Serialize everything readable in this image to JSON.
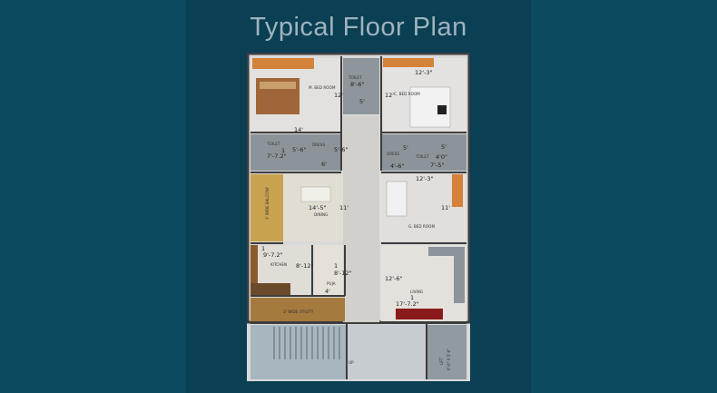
{
  "title": "Typical Floor Plan",
  "rooms": {
    "master_bedroom": {
      "label": "M. BED ROOM",
      "dim_w": "14'",
      "dim_h": "12'"
    },
    "toilet_top": {
      "label": "TOILET",
      "dim": "8'-6\"",
      "dim2": "5'"
    },
    "c_bedroom": {
      "label": "C. BED ROOM",
      "dim_w": "12'-3\"",
      "dim_h": "12'"
    },
    "toilet_left": {
      "label": "TOILET",
      "dim_a": "1",
      "dim_b": "7'-7.2\"",
      "dim_c": "5'-6\""
    },
    "dress_left": {
      "label": "DRESS",
      "dim_a": "6'",
      "dim_b": "5'-6\""
    },
    "dress_right": {
      "label": "DRESS",
      "dim_a": "4'-6\"",
      "dim_b": "5'"
    },
    "toilet_right": {
      "label": "TOILET",
      "dim_a": "4'0\"",
      "dim_b": "7'-5\"",
      "dim_c": "5'"
    },
    "g_bedroom": {
      "label": "G. BED ROOM",
      "dim_w": "12'-3\"",
      "dim_h": "11'"
    },
    "balcony": {
      "label": "3' WIDE BALCONY"
    },
    "dining": {
      "label": "DINING",
      "dim_w": "14'-5\"",
      "dim_h": "11'"
    },
    "kitchen": {
      "label": "KITCHEN",
      "dim_a": "1",
      "dim_b": "9'-7.2\"",
      "dim_c": "8'-12\""
    },
    "puja": {
      "label": "PUJA",
      "dim_a": "1",
      "dim_b": "8'-12\"",
      "dim_c": "4'"
    },
    "living": {
      "label": "LIVING",
      "dim_a": "1",
      "dim_b": "17'-7.2\"",
      "dim_c": "12'-6\""
    },
    "utility": {
      "label": "3' WIDE UTILITY"
    },
    "lift": {
      "label": "LIFT",
      "dim": "6'-0\" X 5'-6\""
    },
    "stair": {
      "label": "UP"
    }
  },
  "colors": {
    "background": "#0c4358",
    "floor": "#dcdcdc",
    "wood": "#c9a06b",
    "tile": "#8c949a",
    "wall": "#3d3d3d",
    "accent_red": "#8b1a1a"
  }
}
